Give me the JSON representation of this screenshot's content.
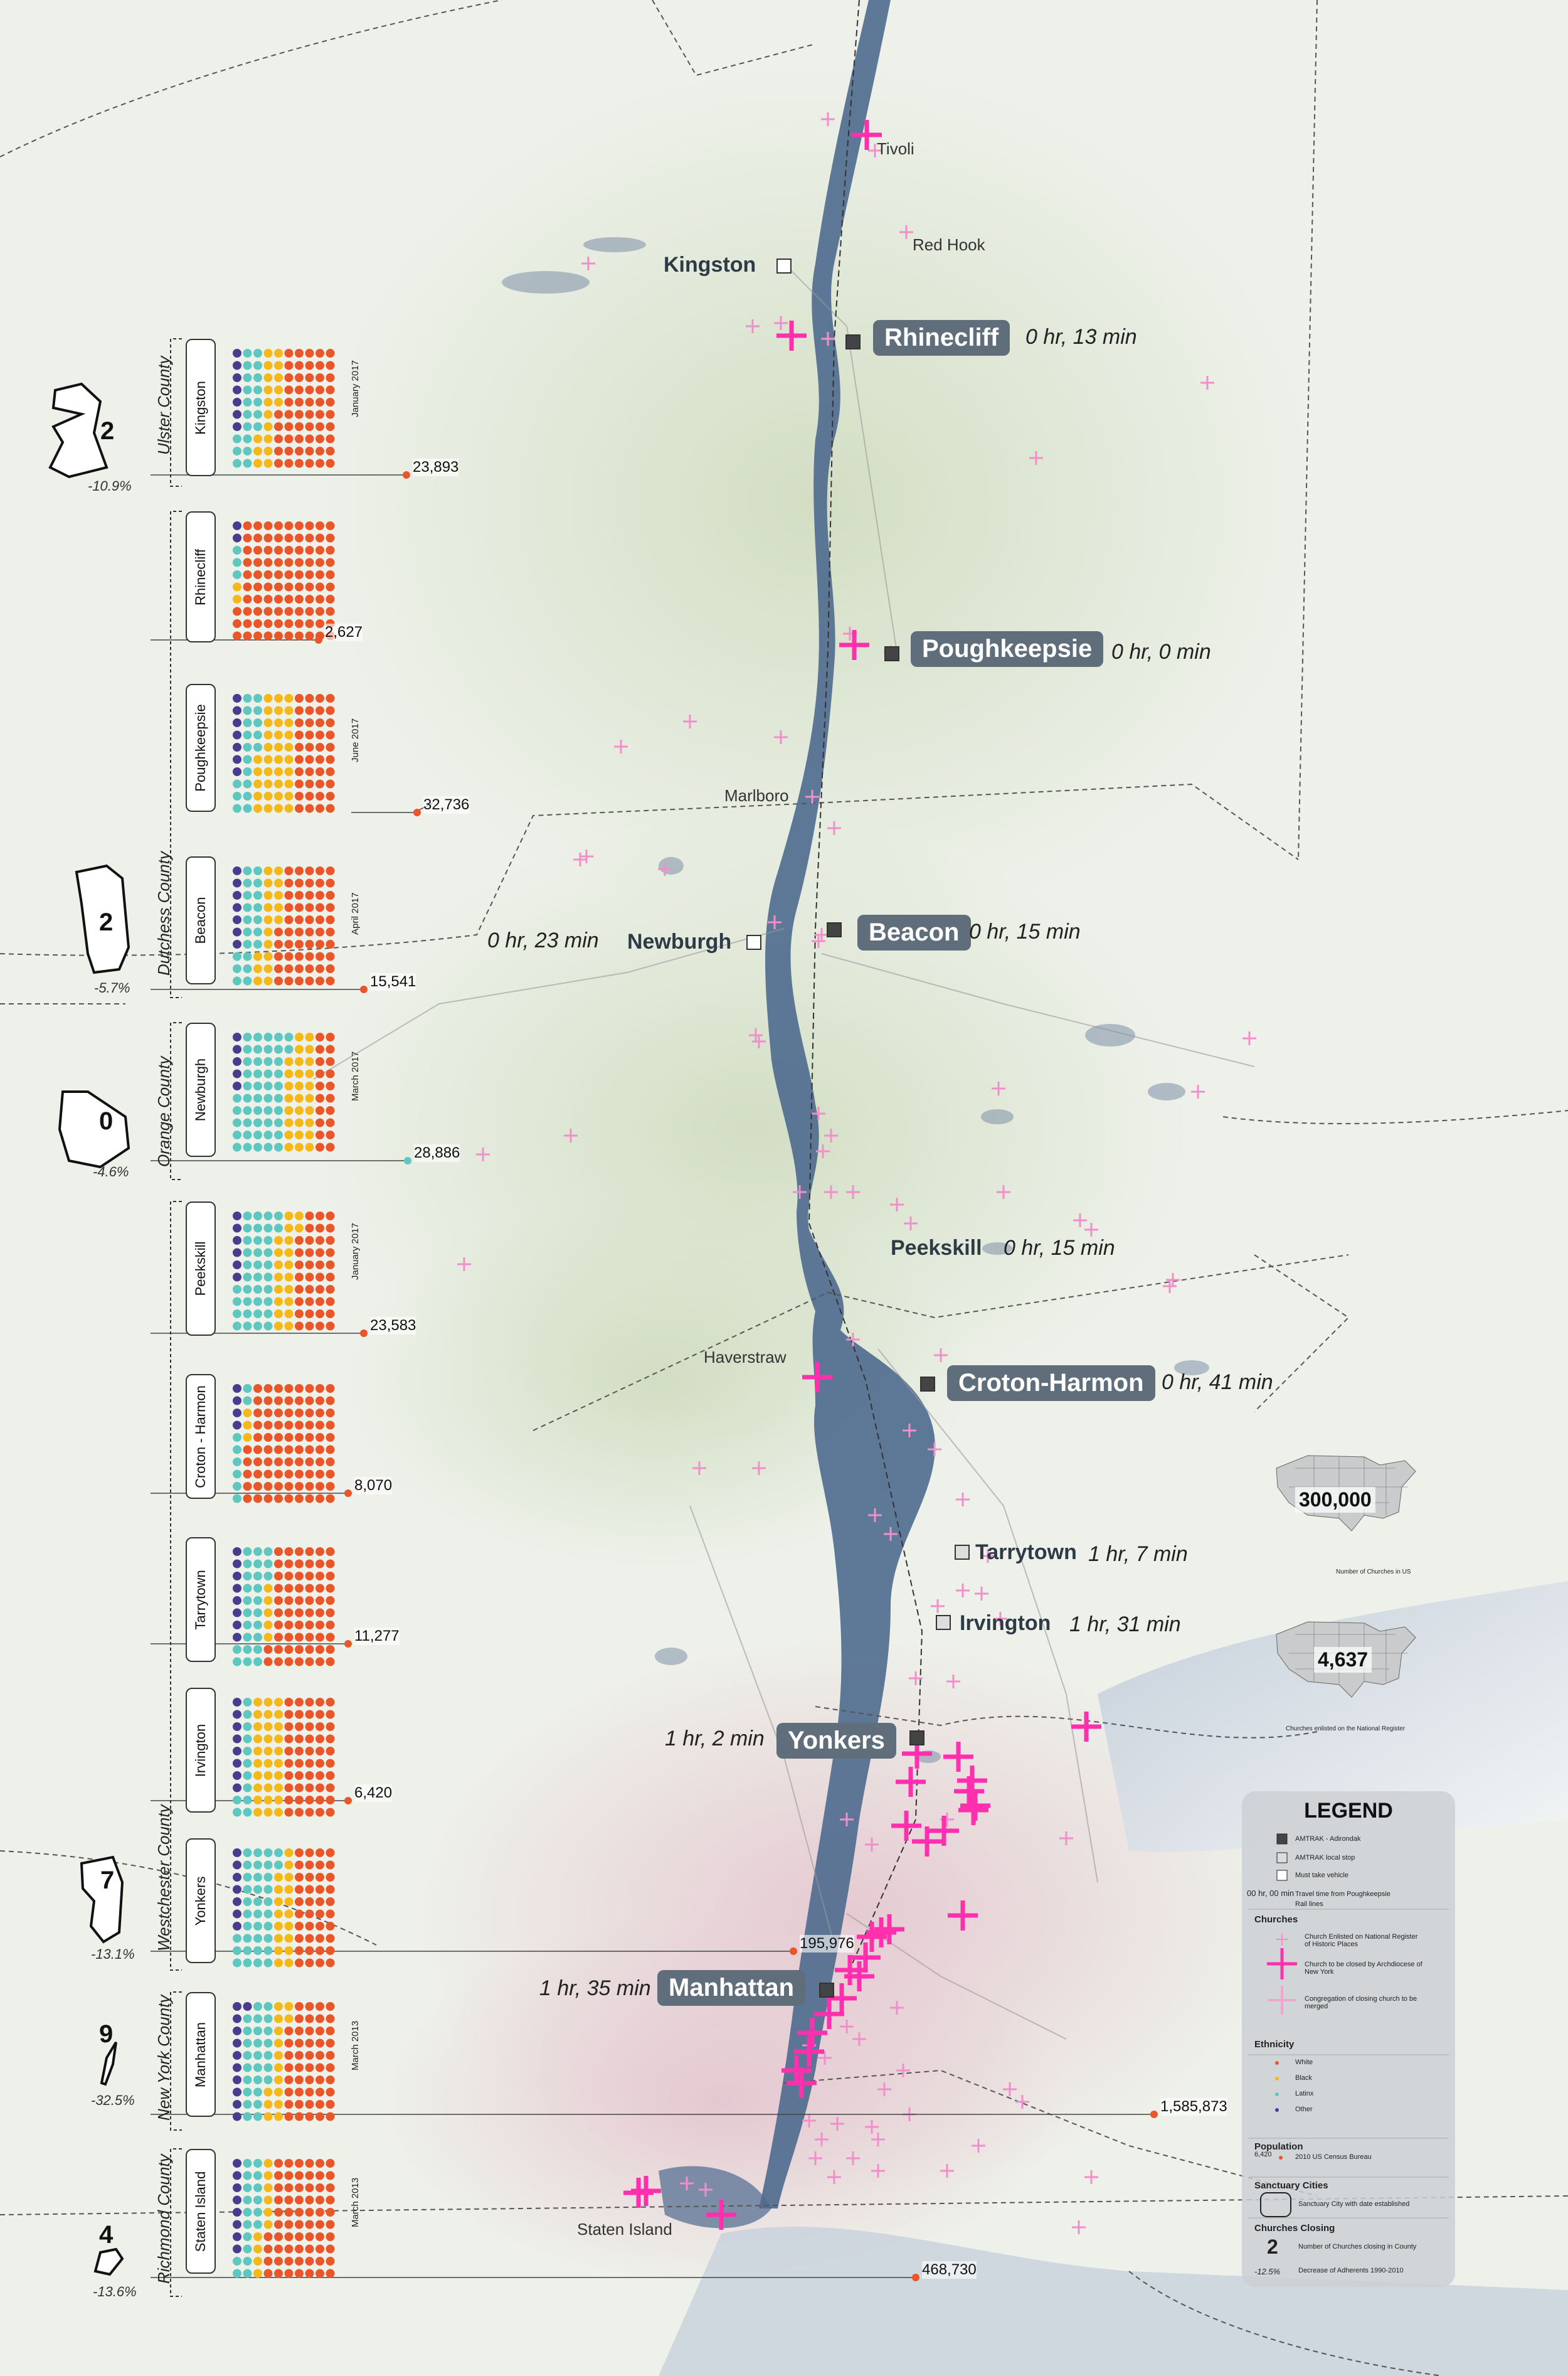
{
  "places": {
    "tivoli": "Tivoli",
    "red_hook": "Red Hook",
    "kingston": "Kingston",
    "marlboro": "Marlboro",
    "newburgh": "Newburgh",
    "haverstraw": "Haverstraw",
    "staten_island": "Staten Island"
  },
  "stations": [
    {
      "name": "Rhinecliff",
      "time": "0 hr, 13 min",
      "type": "AMTRAK - Adirondak"
    },
    {
      "name": "Poughkeepsie",
      "time": "0 hr, 0 min",
      "type": "AMTRAK - Adirondak"
    },
    {
      "name": "Beacon",
      "time": "0 hr, 15 min",
      "type": "AMTRAK - Adirondak"
    },
    {
      "name": "Peekskill",
      "time": "0 hr, 15 min",
      "type": "AMTRAK local stop"
    },
    {
      "name": "Croton-Harmon",
      "time": "0 hr, 41 min",
      "type": "AMTRAK - Adirondak"
    },
    {
      "name": "Tarrytown",
      "time": "1 hr, 7 min",
      "type": "AMTRAK local stop"
    },
    {
      "name": "Irvington",
      "time": "1 hr, 31 min",
      "type": "AMTRAK local stop"
    },
    {
      "name": "Yonkers",
      "time": "1 hr, 2 min",
      "type": "AMTRAK - Adirondak"
    },
    {
      "name": "Manhattan",
      "time": "1 hr, 35 min",
      "type": "AMTRAK - Adirondak"
    }
  ],
  "newburgh_time": "0 hr, 23 min",
  "counties": [
    {
      "name": "Ulster County",
      "closing": "2",
      "pct": "-10.9%"
    },
    {
      "name": "Dutchess County",
      "closing": "2",
      "pct": "-5.7%"
    },
    {
      "name": "Orange County",
      "closing": "0",
      "pct": "-4.6%"
    },
    {
      "name": "Westchester County",
      "closing": "7",
      "pct": "-13.1%"
    },
    {
      "name": "New York County",
      "closing": "9",
      "pct": "-32.5%"
    },
    {
      "name": "Richmond County",
      "closing": "4",
      "pct": "-13.6%"
    }
  ],
  "towns": [
    {
      "name": "Kingston",
      "date": "January 2017",
      "population": "23,893",
      "ethnicity": {
        "white": 55,
        "black": 18,
        "latinx": 20,
        "other": 7
      }
    },
    {
      "name": "Rhinecliff",
      "date": "",
      "population": "2,627",
      "ethnicity": {
        "white": 93,
        "black": 2,
        "latinx": 3,
        "other": 2
      }
    },
    {
      "name": "Poughkeepsie",
      "date": "June 2017",
      "population": "32,736",
      "ethnicity": {
        "white": 40,
        "black": 35,
        "latinx": 18,
        "other": 7
      }
    },
    {
      "name": "Beacon",
      "date": "April 2017",
      "population": "15,541",
      "ethnicity": {
        "white": 55,
        "black": 18,
        "latinx": 20,
        "other": 7
      }
    },
    {
      "name": "Newburgh",
      "date": "March 2017",
      "population": "28,886",
      "ethnicity": {
        "white": 20,
        "black": 28,
        "latinx": 47,
        "other": 5
      }
    },
    {
      "name": "Peekskill",
      "date": "January 2017",
      "population": "23,583",
      "ethnicity": {
        "white": 38,
        "black": 20,
        "latinx": 36,
        "other": 6
      }
    },
    {
      "name": "Croton - Harmon",
      "date": "",
      "population": "8,070",
      "ethnicity": {
        "white": 85,
        "black": 3,
        "latinx": 8,
        "other": 4
      }
    },
    {
      "name": "Tarrytown",
      "date": "",
      "population": "11,277",
      "ethnicity": {
        "white": 62,
        "black": 5,
        "latinx": 25,
        "other": 8
      }
    },
    {
      "name": "Irvington",
      "date": "",
      "population": "6,420",
      "ethnicity": {
        "white": 50,
        "black": 30,
        "latinx": 12,
        "other": 8
      }
    },
    {
      "name": "Yonkers",
      "date": "",
      "population": "195,976",
      "ethnicity": {
        "white": 40,
        "black": 18,
        "latinx": 35,
        "other": 7
      }
    },
    {
      "name": "Manhattan",
      "date": "March 2013",
      "population": "1,585,873",
      "ethnicity": {
        "white": 48,
        "black": 15,
        "latinx": 26,
        "other": 11
      }
    },
    {
      "name": "Staten Island",
      "date": "March 2013",
      "population": "468,730",
      "ethnicity": {
        "white": 64,
        "black": 10,
        "latinx": 18,
        "other": 8
      }
    }
  ],
  "us_stats": [
    {
      "value": "300,000",
      "label": "Number of Churches in US"
    },
    {
      "value": "4,637",
      "label": "Churches enlisted on the National Register"
    }
  ],
  "legend": {
    "title": "LEGEND",
    "amtrak_adirondak": "AMTRAK - Adirondak",
    "amtrak_local": "AMTRAK local stop",
    "must_take_vehicle": "Must take vehicle",
    "time_sample": "00 hr, 00 min",
    "time_desc": "Travel time from Poughkeepsie",
    "rail_lines": "Rail lines",
    "churches_head": "Churches",
    "church_register": "Church Enlisted on National Register of Historic Places",
    "church_closed": "Church to be closed by Archdiocese of New York",
    "church_merged": "Congregation of closing church to be merged",
    "ethnicity_head": "Ethnicity",
    "eth_white": "White",
    "eth_black": "Black",
    "eth_latinx": "Latinx",
    "eth_other": "Other",
    "population_head": "Population",
    "pop_sample": "6,420",
    "pop_desc": "2010 US Census Bureau",
    "sanctuary_head": "Sanctuary Cities",
    "sanctuary_desc": "Sanctuary City with date established",
    "closing_head": "Churches Closing",
    "closing_num": "2",
    "closing_desc": "Number of Churches closing in County",
    "closing_pct": "-12.5%",
    "closing_pct_desc": "Decrease of Adherents 1990-2010"
  },
  "colors": {
    "white": "#e8562a",
    "black": "#f5b819",
    "latinx": "#5ec8c0",
    "other": "#4b3b8f",
    "church": "#ff3cb4",
    "river": "#4e6a8e",
    "station": "#5f6e7a"
  }
}
